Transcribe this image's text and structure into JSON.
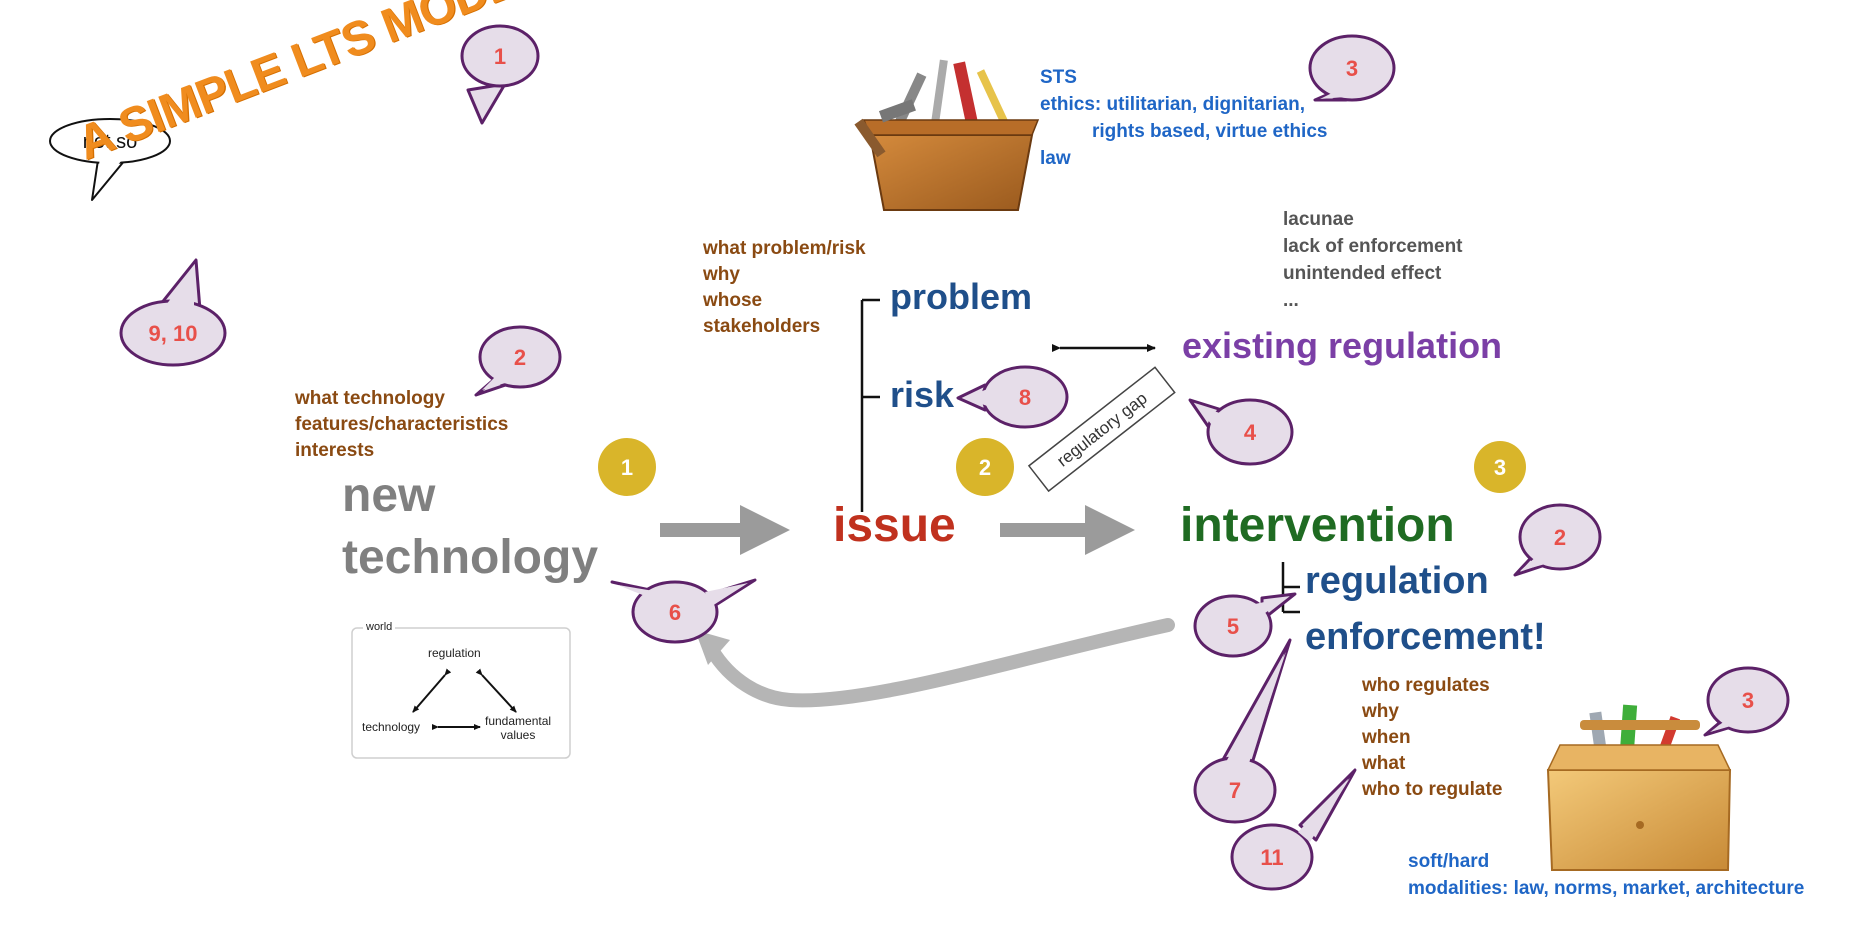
{
  "title": {
    "main": "A SIMPLE LTS MODEL",
    "note": "not so"
  },
  "nodes": {
    "new_technology_1": "new",
    "new_technology_2": "technology",
    "issue": "issue",
    "intervention": "intervention",
    "regulation": "regulation",
    "enforcement": "enforcement!",
    "problem": "problem",
    "risk": "risk",
    "existing_regulation": "existing regulation",
    "regulatory_gap": "regulatory gap"
  },
  "steps": [
    "1",
    "2",
    "3"
  ],
  "technology_questions": [
    "what technology",
    "features/characteristics",
    "interests"
  ],
  "issue_questions": [
    "what problem/risk",
    "why",
    "whose",
    "stakeholders"
  ],
  "toolbox_top": [
    "STS",
    "ethics: utilitarian, dignitarian,",
    "rights based, virtue ethics",
    "law"
  ],
  "gap_reasons": [
    "lacunae",
    "lack of enforcement",
    "unintended effect",
    "..."
  ],
  "intervention_questions": [
    "who regulates",
    "why",
    "when",
    "what",
    "who to regulate"
  ],
  "toolbox_bottom": [
    "soft/hard",
    "modalities: law, norms, market, architecture"
  ],
  "callouts": {
    "title": "1",
    "not_so": "9, 10",
    "technology": "2",
    "toolbox_top": "3",
    "risk": "8",
    "gap": "4",
    "intervention": "2",
    "regulation": "5",
    "feedback": "6",
    "enforcement": "7",
    "questions": "11",
    "toolbox_bottom": "3"
  },
  "inset": {
    "frame": "world",
    "top": "regulation",
    "left": "technology",
    "right_1": "fundamental",
    "right_2": "values"
  },
  "colors": {
    "grey_node": "#808080",
    "issue": "#c0311e",
    "intervention": "#1f6b22",
    "blue_node": "#1f4f8a",
    "existing_regulation": "#7b3fa6",
    "step_circle": "#d9b52a",
    "callout_number": "#e8504a",
    "callout_stroke": "#5c2168",
    "callout_fill": "#e6dde9",
    "brown_text": "#8a4a12",
    "blue_text": "#1f66c6"
  }
}
